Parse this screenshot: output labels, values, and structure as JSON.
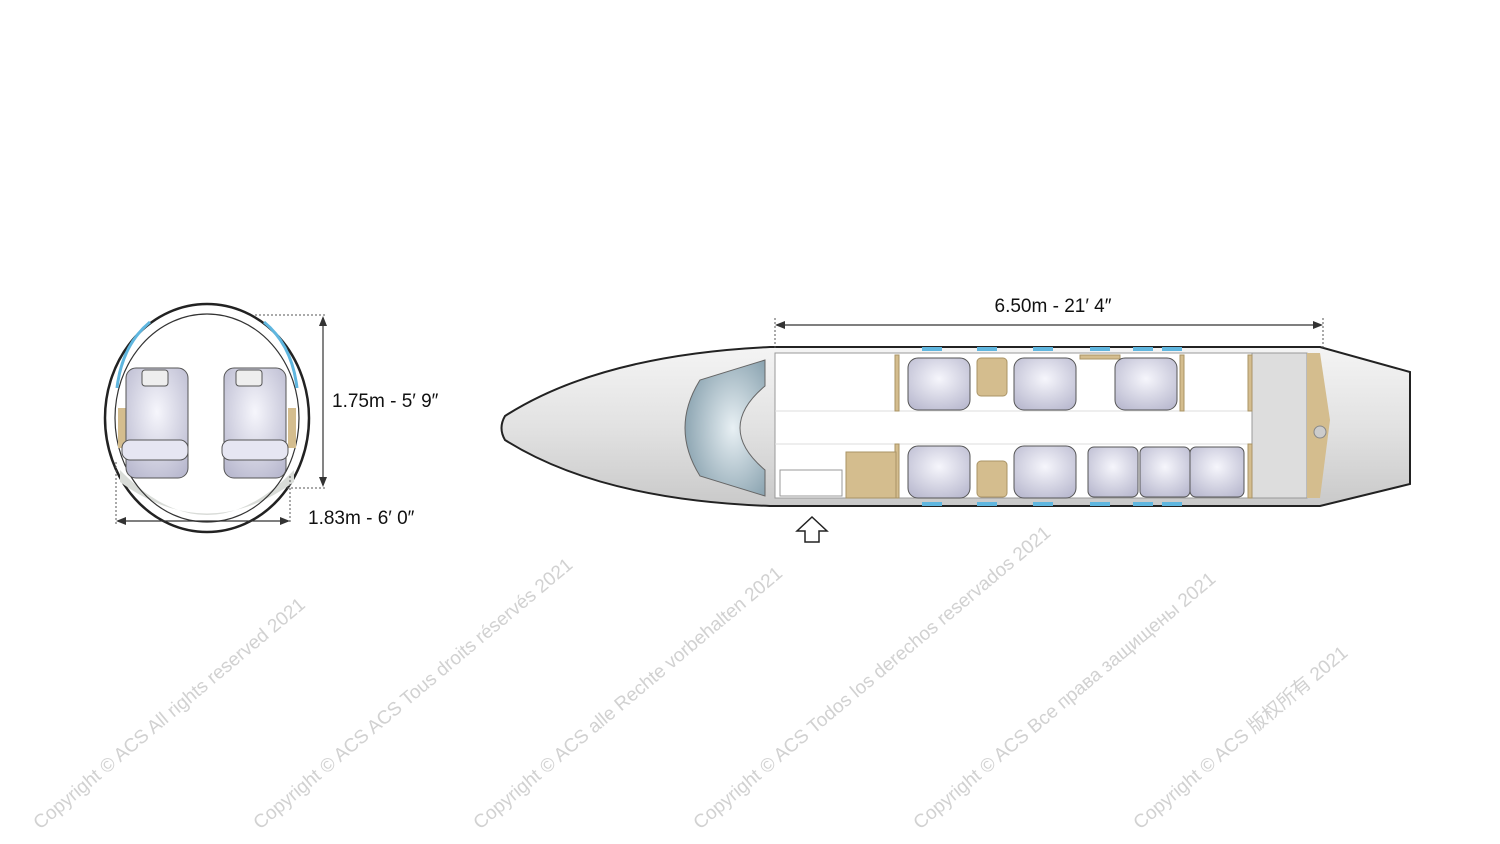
{
  "cross_section": {
    "height_label": "1.75m - 5′ 9″",
    "width_label": "1.83m - 6′ 0″"
  },
  "floor_plan": {
    "length_label": "6.50m - 21′ 4″",
    "entry_icon": "arrow-up-outline-icon"
  },
  "colors": {
    "seat": "#dcdcec",
    "cabinetry": "#d4bd8e",
    "window": "#5fb6df",
    "fuselage": "#e6e6e6"
  },
  "watermarks": [
    "Copyright © ACS All rights reserved 2021",
    "Copyright © ACS ACS Tous droits réservés 2021",
    "Copyright © ACS alle Rechte vorbehalten 2021",
    "Copyright © ACS Todos los derechos reservados 2021",
    "Copyright © ACS Все права защищены 2021",
    "Copyright © ACS 版权所有 2021"
  ]
}
